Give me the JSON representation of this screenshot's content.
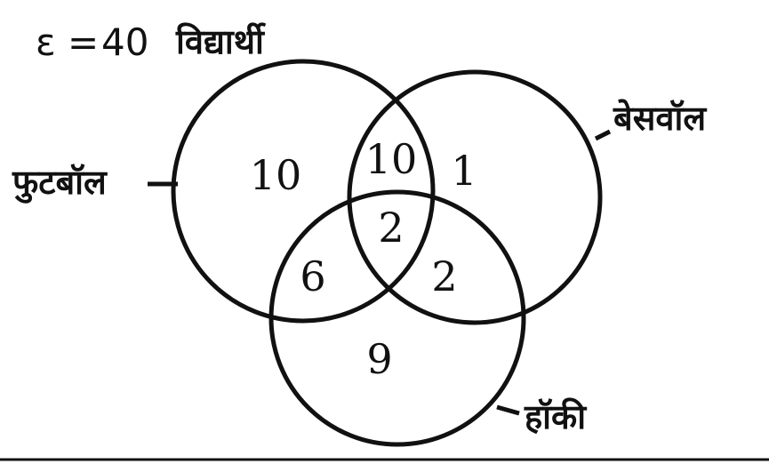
{
  "title": {
    "universe_symbol": "ε",
    "equals": "=",
    "total": "40",
    "unit": "विद्यार्थी"
  },
  "sets": {
    "football": "फुटबॉल",
    "baseball": "बेसवॉल",
    "hockey": "हॉकी"
  },
  "regions": {
    "football_only": "10",
    "football_baseball": "10",
    "baseball_only": "1",
    "all_three": "2",
    "football_hockey": "6",
    "baseball_hockey": "2",
    "hockey_only": "9"
  }
}
